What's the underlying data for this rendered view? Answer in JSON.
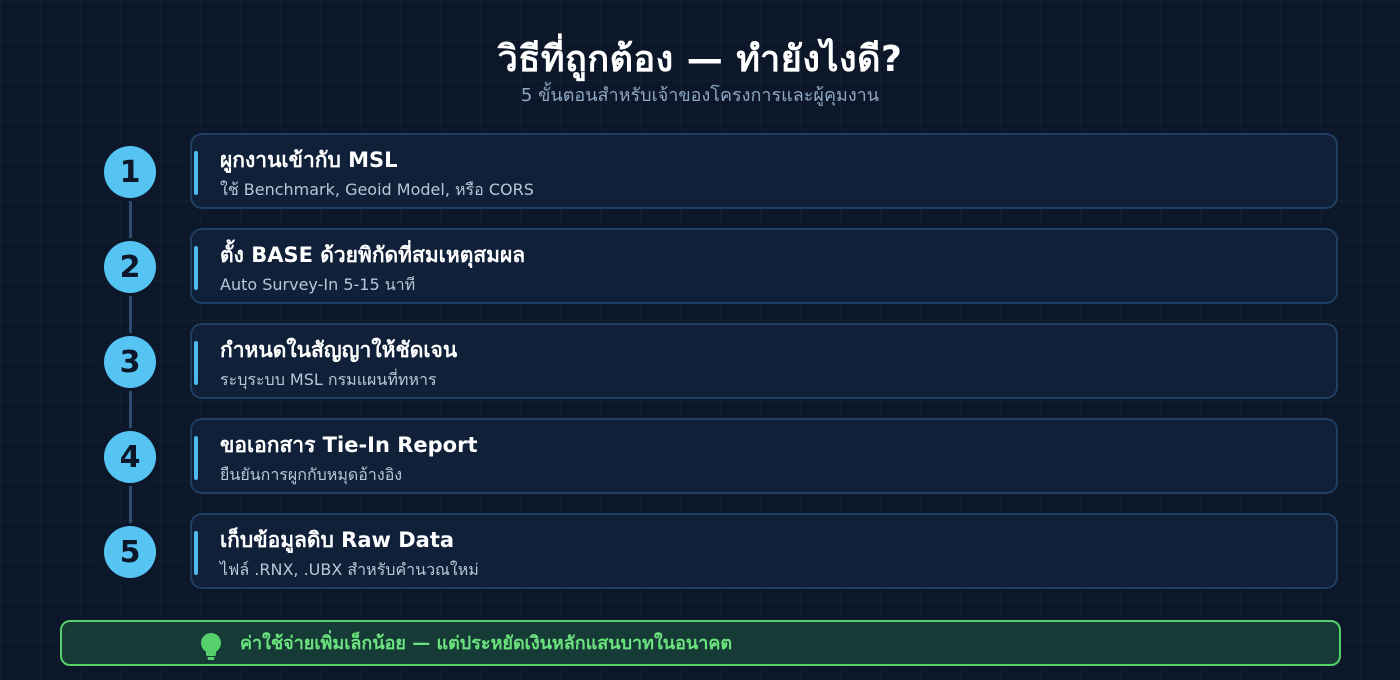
{
  "header": {
    "title": "วิธีที่ถูกต้อง — ทำยังไงดี?",
    "subtitle": "5 ขั้นตอนสำหรับเจ้าของโครงการและผู้คุมงาน"
  },
  "steps": [
    {
      "number": "1",
      "title": "ผูกงานเข้ากับ MSL",
      "description": "ใช้ Benchmark, Geoid Model, หรือ CORS"
    },
    {
      "number": "2",
      "title": "ตั้ง BASE ด้วยพิกัดที่สมเหตุสมผล",
      "description": "Auto Survey-In 5-15 นาที"
    },
    {
      "number": "3",
      "title": "กำหนดในสัญญาให้ชัดเจน",
      "description": "ระบุระบบ MSL กรมแผนที่ทหาร"
    },
    {
      "number": "4",
      "title": "ขอเอกสาร Tie-In Report",
      "description": "ยืนยันการผูกกับหมุดอ้างอิง"
    },
    {
      "number": "5",
      "title": "เก็บข้อมูลดิบ Raw Data",
      "description": "ไฟล์ .RNX, .UBX สำหรับคำนวณใหม่"
    }
  ],
  "footer": {
    "icon": "lightbulb-icon",
    "text": "ค่าใช้จ่ายเพิ่มเล็กน้อย — แต่ประหยัดเงินหลักแสนบาทในอนาคต"
  },
  "colors": {
    "background": "#0c1829",
    "accent": "#55c4f3",
    "card_border": "#1f3e63",
    "success": "#55d06a"
  }
}
